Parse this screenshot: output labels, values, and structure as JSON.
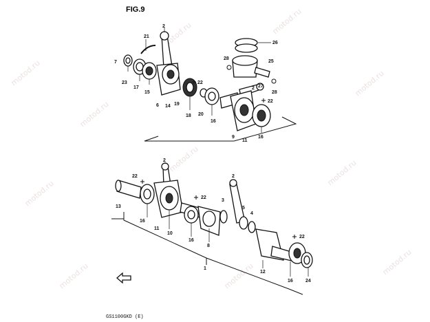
{
  "figure": {
    "title": "FIG.9",
    "caption": "GS1100GKD (E)",
    "watermark": "motod.ru"
  },
  "callouts": {
    "upper": [
      "21",
      "2",
      "7",
      "23",
      "17",
      "15",
      "6",
      "14",
      "19",
      "22",
      "18",
      "20",
      "16",
      "26",
      "28",
      "25",
      "27",
      "28",
      "2",
      "22",
      "9",
      "11",
      "16"
    ],
    "lower": [
      "22",
      "2",
      "13",
      "16",
      "11",
      "10",
      "22",
      "16",
      "8",
      "2",
      "3",
      "5",
      "4",
      "22",
      "12",
      "16",
      "24",
      "1"
    ]
  }
}
